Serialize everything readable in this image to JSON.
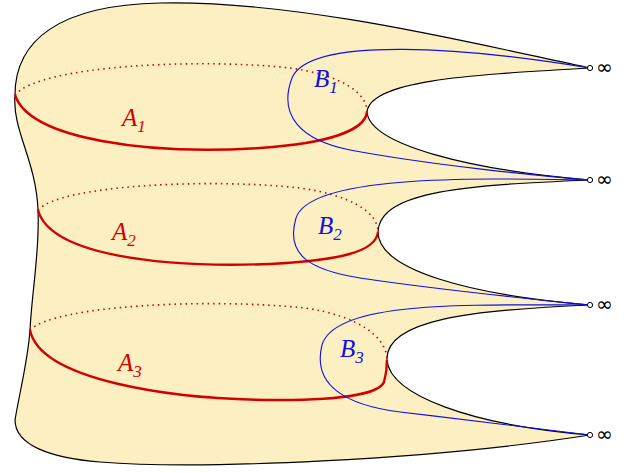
{
  "diagram": {
    "labels": [
      "A1",
      "B1",
      "A2",
      "B2",
      "A3",
      "B3",
      "∞",
      "∞",
      "∞",
      "∞"
    ]
  }
}
